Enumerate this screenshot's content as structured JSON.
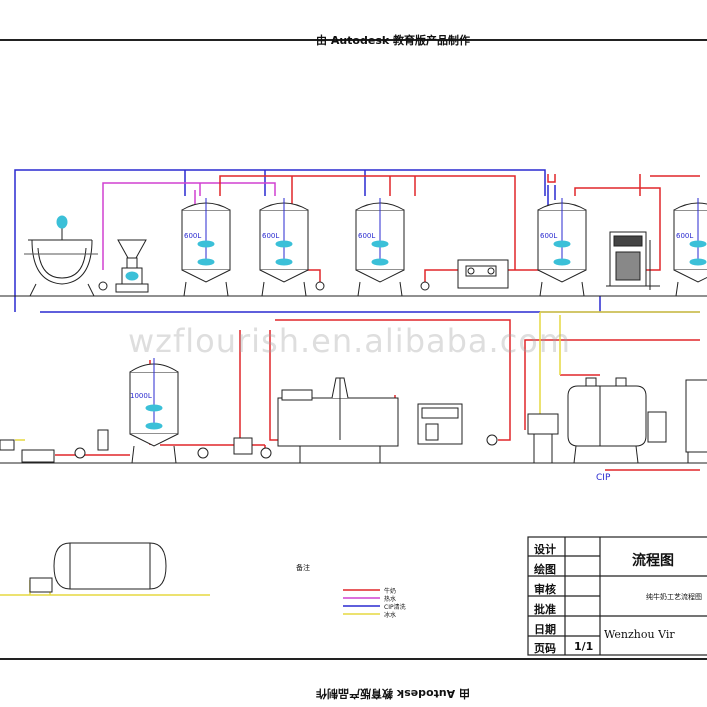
{
  "header": {
    "watermark_top": "由 Autodesk 教育版产品制作",
    "watermark_bottom": "由 Autodesk 教育版产品制作"
  },
  "site_watermark": "wzflourish.en.alibaba.com",
  "tanks": {
    "t1": "600L",
    "t2": "600L",
    "t3": "600L",
    "t4": "600L",
    "t5": "600L",
    "big": "1000L"
  },
  "cip_label": "CIP",
  "note_label": "备注",
  "legend": {
    "items": [
      {
        "label": "牛奶",
        "color": "#e0262a"
      },
      {
        "label": "热水",
        "color": "#d040d0"
      },
      {
        "label": "CIP清洗",
        "color": "#2a2ad0"
      },
      {
        "label": "冰水",
        "color": "#e6d840"
      }
    ]
  },
  "title_block": {
    "rows": [
      "设计",
      "绘图",
      "审核",
      "批准",
      "日期",
      "页码"
    ],
    "page_value": "1/1",
    "drawing_title": "流程图",
    "drawing_subtitle": "纯牛奶工艺流程图",
    "company": "Wenzhou Vir"
  },
  "colors": {
    "milk": "#e0262a",
    "hot_water": "#d040d0",
    "cip": "#2a2ad0",
    "ice_water": "#e6d840",
    "equipment": "#222222"
  }
}
